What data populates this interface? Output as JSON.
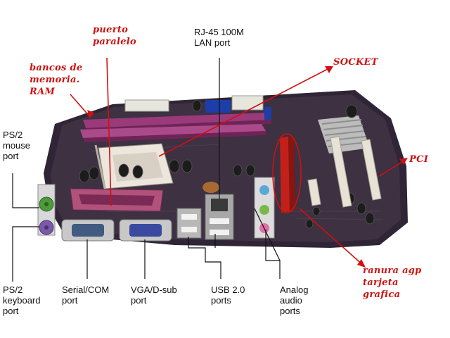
{
  "labels": {
    "puerto_paralelo": "puerto\nparalelo",
    "bancos_ram": "bancos de\nmemoria.\nRAM",
    "rj45": "RJ-45 100M\nLAN port",
    "socket": "SOCKET",
    "ps2_mouse": "PS/2\nmouse\nport",
    "pci": "PCI",
    "ps2_keyboard": "PS/2\nkeyboard\nport",
    "serial_com": "Serial/COM\nport",
    "vga": "VGA/D-sub\nport",
    "usb": "USB 2.0\nports",
    "analog_audio": "Analog\naudio\nports",
    "ranura_agp": "ranura agp\ntarjeta\ngrafica"
  },
  "colors": {
    "board": "#3b2f3e",
    "annotation_red": "#d01010",
    "ram_slot": "#9a3a7a",
    "agp_slot": "#c4201a",
    "pci_slot": "#e8e2d6",
    "usb_port": "#b8b8b8",
    "lan_port": "#a8a8a8",
    "parallel_port": "#b0527a",
    "vga_port": "#3a4aa0",
    "com_port": "#405a80",
    "mouse_port": "#4c9a3a",
    "keyboard_port": "#7a5aa8"
  }
}
